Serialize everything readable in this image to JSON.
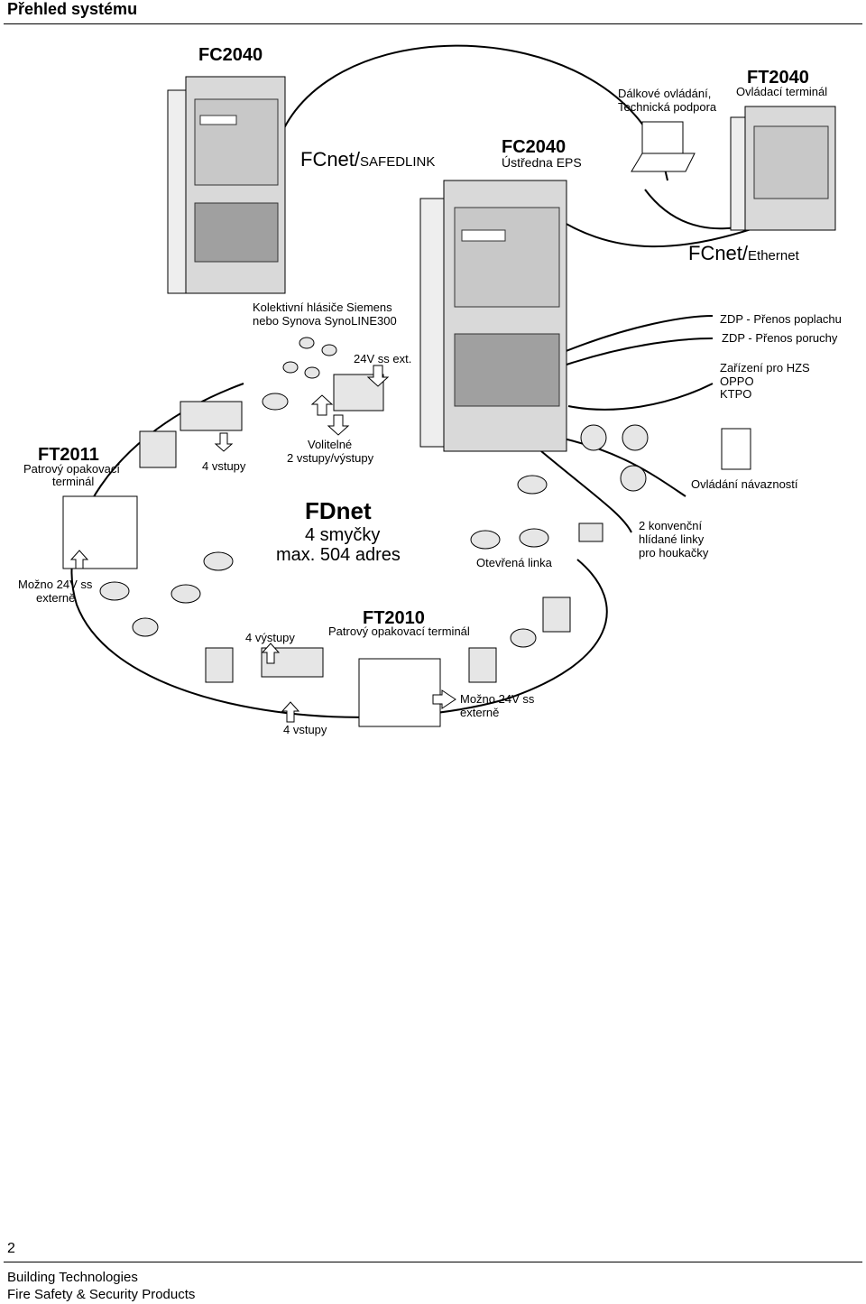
{
  "page": {
    "title": "Přehled systému",
    "number": "2",
    "footer_line1": "Building Technologies",
    "footer_line2": "Fire Safety & Security Products"
  },
  "diagram": {
    "fc2040_left": "FC2040",
    "remote": [
      "Dálkové ovládání,",
      "Technická podpora"
    ],
    "ft2040": "FT2040",
    "ft2040_sub": "Ovládací terminál",
    "fcnet_safe_main": "FCnet/",
    "fcnet_safe_sub": "SAFEDLINK",
    "fc2040_center": "FC2040",
    "fc2040_center_sub": "Ústředna EPS",
    "fcnet_eth_main": "FCnet/",
    "fcnet_eth_sub": "Ethernet",
    "collective": [
      "Kolektivní hlásiče Siemens",
      "nebo Synova SynoLINE300"
    ],
    "v24_ext": "24V ss ext.",
    "zdp_alarm": "ZDP - Přenos poplachu",
    "zdp_fault": "ZDP - Přenos poruchy",
    "hzs": [
      "Zařízení pro HZS",
      "OPPO",
      "KTPO"
    ],
    "ft2011": "FT2011",
    "ft2011_sub": [
      "Patrový opakovací",
      "terminál"
    ],
    "vstupy4_top": "4 vstupy",
    "optional": [
      "Volitelné",
      "2 vstupy/výstupy"
    ],
    "ovladani": "Ovládání návazností",
    "fdnet": "FDnet",
    "fdnet_l1": "4 smyčky",
    "fdnet_l2": "max. 504 adres",
    "konvencni": [
      "2 konvenční",
      "hlídané linky",
      "pro houkačky"
    ],
    "otevrena": "Otevřená linka",
    "mozno_left": [
      "Možno 24V ss",
      "externě"
    ],
    "ft2010": "FT2010",
    "ft2010_sub": "Patrový opakovací terminál",
    "vystupy4": "4 výstupy",
    "mozno_right": [
      "Možno 24V ss",
      "externě"
    ],
    "vstupy4_bottom": "4 vstupy"
  }
}
